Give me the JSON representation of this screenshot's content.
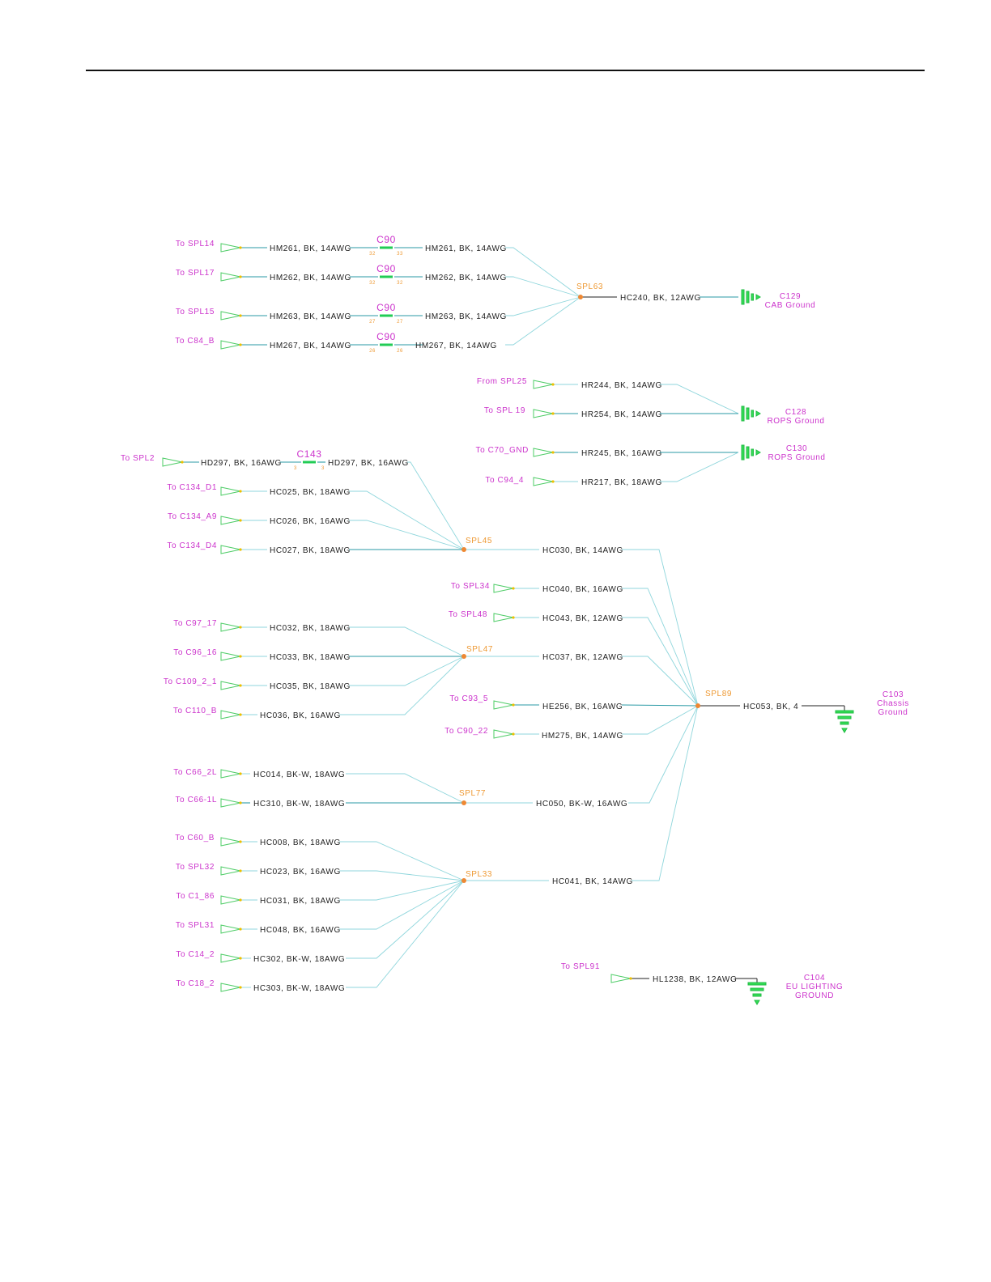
{
  "refs": [
    {
      "id": "r_spl14",
      "text": "To  SPL14"
    },
    {
      "id": "r_spl17",
      "text": "To  SPL17"
    },
    {
      "id": "r_spl15",
      "text": "To  SPL15"
    },
    {
      "id": "r_c84",
      "text": "To  C84_B"
    },
    {
      "id": "r_spl25",
      "text": "From  SPL25"
    },
    {
      "id": "r_spl19",
      "text": "To  SPL  19"
    },
    {
      "id": "r_c70",
      "text": "To  C70_GND"
    },
    {
      "id": "r_c94",
      "text": "To  C94_4"
    },
    {
      "id": "r_spl2",
      "text": "To  SPL2"
    },
    {
      "id": "r_c134d1",
      "text": "To  C134_D1"
    },
    {
      "id": "r_c134a9",
      "text": "To  C134_A9"
    },
    {
      "id": "r_c134d4",
      "text": "To  C134_D4"
    },
    {
      "id": "r_spl34",
      "text": "To  SPL34"
    },
    {
      "id": "r_spl48",
      "text": "To  SPL48"
    },
    {
      "id": "r_c97",
      "text": "To  C97_17"
    },
    {
      "id": "r_c96",
      "text": "To  C96_16"
    },
    {
      "id": "r_c109",
      "text": "To  C109_2_1"
    },
    {
      "id": "r_c110",
      "text": "To  C110_B"
    },
    {
      "id": "r_c93",
      "text": "To  C93_5"
    },
    {
      "id": "r_c90",
      "text": "To  C90_22"
    },
    {
      "id": "r_c66_2",
      "text": "To  C66_2L"
    },
    {
      "id": "r_c66_1",
      "text": "To  C66-1L"
    },
    {
      "id": "r_c60",
      "text": "To  C60_B"
    },
    {
      "id": "r_spl32",
      "text": "To  SPL32"
    },
    {
      "id": "r_c1",
      "text": "To  C1_86"
    },
    {
      "id": "r_spl31",
      "text": "To  SPL31"
    },
    {
      "id": "r_c14",
      "text": "To  C14_2"
    },
    {
      "id": "r_c18",
      "text": "To  C18_2"
    },
    {
      "id": "r_spl91",
      "text": "To  SPL91"
    }
  ],
  "wires": [
    {
      "id": "w_hm261a",
      "text": "HM261,  BK,  14AWG"
    },
    {
      "id": "w_hm261b",
      "text": "HM261,  BK,  14AWG"
    },
    {
      "id": "w_hm262a",
      "text": "HM262,  BK,  14AWG"
    },
    {
      "id": "w_hm262b",
      "text": "HM262,  BK,  14AWG"
    },
    {
      "id": "w_hm263a",
      "text": "HM263,  BK,  14AWG"
    },
    {
      "id": "w_hm263b",
      "text": "HM263,  BK,  14AWG"
    },
    {
      "id": "w_hm267a",
      "text": "HM267,  BK,  14AWG"
    },
    {
      "id": "w_hm267b",
      "text": "HM267,  BK,  14AWG"
    },
    {
      "id": "w_hc240",
      "text": "HC240,  BK,  12AWG"
    },
    {
      "id": "w_hr244",
      "text": "HR244,  BK,  14AWG"
    },
    {
      "id": "w_hr254",
      "text": "HR254,  BK,  14AWG"
    },
    {
      "id": "w_hr245",
      "text": "HR245,  BK,  16AWG"
    },
    {
      "id": "w_hr217",
      "text": "HR217,  BK,  18AWG"
    },
    {
      "id": "w_hd297a",
      "text": "HD297,  BK,  16AWG"
    },
    {
      "id": "w_hd297b",
      "text": "HD297,  BK,  16AWG"
    },
    {
      "id": "w_hc025",
      "text": "HC025,  BK,  18AWG"
    },
    {
      "id": "w_hc026",
      "text": "HC026,  BK,  16AWG"
    },
    {
      "id": "w_hc027",
      "text": "HC027,  BK,  18AWG"
    },
    {
      "id": "w_hc030",
      "text": "HC030,  BK,  14AWG"
    },
    {
      "id": "w_hc040",
      "text": "HC040,  BK,  16AWG"
    },
    {
      "id": "w_hc043",
      "text": "HC043,  BK,  12AWG"
    },
    {
      "id": "w_hc032",
      "text": "HC032,  BK,  18AWG"
    },
    {
      "id": "w_hc033",
      "text": "HC033,  BK,  18AWG"
    },
    {
      "id": "w_hc037",
      "text": "HC037,  BK,  12AWG"
    },
    {
      "id": "w_hc035",
      "text": "HC035,  BK,  18AWG"
    },
    {
      "id": "w_hc036",
      "text": "HC036,  BK,  16AWG"
    },
    {
      "id": "w_he256",
      "text": "HE256,  BK,  16AWG"
    },
    {
      "id": "w_hc053",
      "text": "HC053,  BK,  4"
    },
    {
      "id": "w_hm275",
      "text": "HM275,  BK,  14AWG"
    },
    {
      "id": "w_hc014",
      "text": "HC014,  BK-W,  18AWG"
    },
    {
      "id": "w_hc310",
      "text": "HC310,  BK-W,  18AWG"
    },
    {
      "id": "w_hc050",
      "text": "HC050,  BK-W,  16AWG"
    },
    {
      "id": "w_hc008",
      "text": "HC008,  BK,  18AWG"
    },
    {
      "id": "w_hc023",
      "text": "HC023,  BK,  16AWG"
    },
    {
      "id": "w_hc041",
      "text": "HC041,  BK,  14AWG"
    },
    {
      "id": "w_hc031",
      "text": "HC031,  BK,  18AWG"
    },
    {
      "id": "w_hc048",
      "text": "HC048,  BK,  16AWG"
    },
    {
      "id": "w_hc302",
      "text": "HC302,  BK-W,  18AWG"
    },
    {
      "id": "w_hc303",
      "text": "HC303,  BK-W,  18AWG"
    },
    {
      "id": "w_hl1238",
      "text": "HL1238,  BK,  12AWG"
    }
  ],
  "splices": [
    {
      "id": "s_spl63",
      "text": "SPL63"
    },
    {
      "id": "s_spl45",
      "text": "SPL45"
    },
    {
      "id": "s_spl47",
      "text": "SPL47"
    },
    {
      "id": "s_spl89",
      "text": "SPL89"
    },
    {
      "id": "s_spl77",
      "text": "SPL77"
    },
    {
      "id": "s_spl33",
      "text": "SPL33"
    }
  ],
  "connectors": [
    {
      "id": "c90a",
      "text": "C90",
      "pin_left": "32",
      "pin_right": "33"
    },
    {
      "id": "c90b",
      "text": "C90",
      "pin_left": "32",
      "pin_right": "32"
    },
    {
      "id": "c90c",
      "text": "C90",
      "pin_left": "27",
      "pin_right": "27"
    },
    {
      "id": "c90d",
      "text": "C90",
      "pin_left": "26",
      "pin_right": "26"
    },
    {
      "id": "c143",
      "text": "C143",
      "pin_left": "3",
      "pin_right": "3"
    }
  ],
  "grounds": [
    {
      "id": "g_c129",
      "lines": [
        "C129",
        "CAB  Ground"
      ]
    },
    {
      "id": "g_c128",
      "lines": [
        "C128",
        "ROPS  Ground"
      ]
    },
    {
      "id": "g_c130",
      "lines": [
        "C130",
        "ROPS  Ground"
      ]
    },
    {
      "id": "g_c103",
      "lines": [
        "C103",
        "Chassis",
        "Ground"
      ]
    },
    {
      "id": "g_c104",
      "lines": [
        "C104",
        "EU  LIGHTING",
        "GROUND"
      ]
    }
  ],
  "colors": {
    "reference": "#cc33cc",
    "splice": "#ee8833",
    "wire": "#8fd6dc",
    "ground": "#33dd55"
  }
}
